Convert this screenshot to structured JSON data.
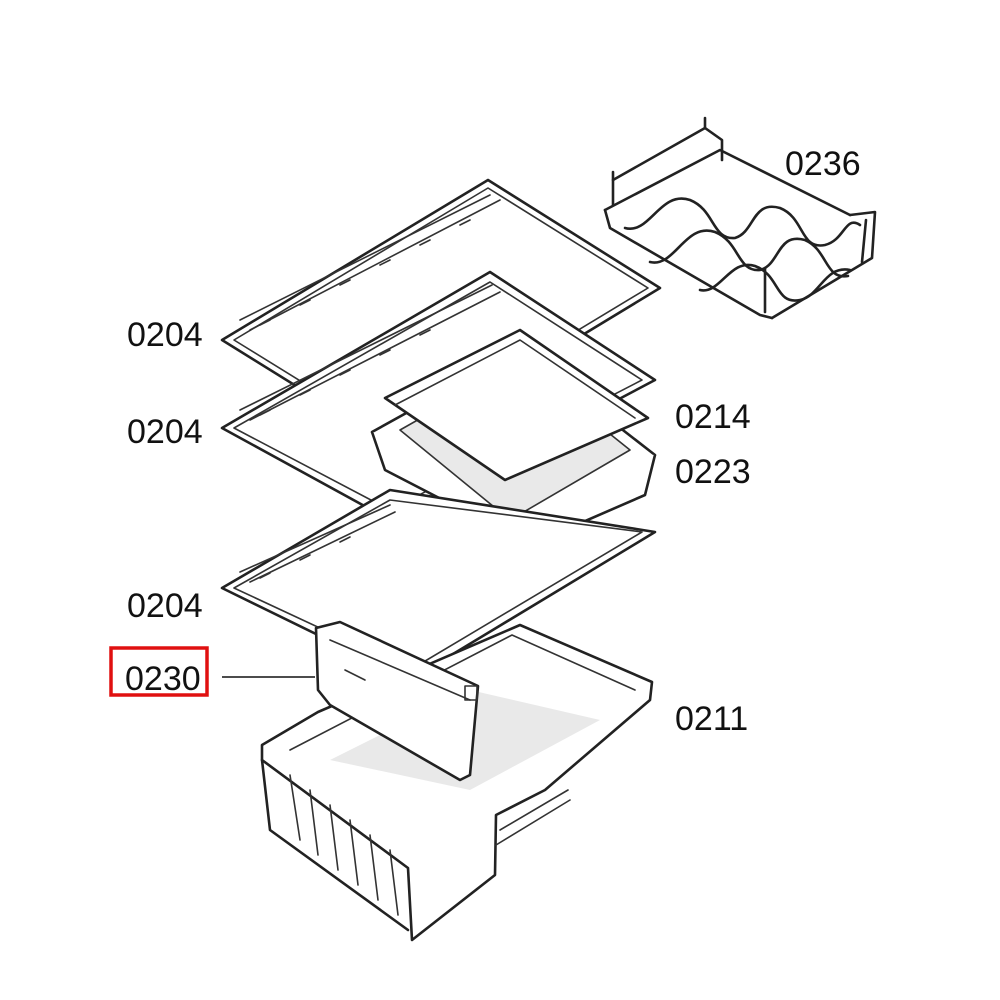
{
  "parts": [
    {
      "id": "wine-rack",
      "number": "0236"
    },
    {
      "id": "shelf-top",
      "number": "0204"
    },
    {
      "id": "shelf-middle",
      "number": "0204"
    },
    {
      "id": "drawer-lid",
      "number": "0214"
    },
    {
      "id": "small-drawer",
      "number": "0223"
    },
    {
      "id": "shelf-bottom",
      "number": "0204"
    },
    {
      "id": "divider",
      "number": "0230"
    },
    {
      "id": "crisper-drawer",
      "number": "0211"
    }
  ],
  "highlight": {
    "part": "divider",
    "color": "#e01010"
  }
}
